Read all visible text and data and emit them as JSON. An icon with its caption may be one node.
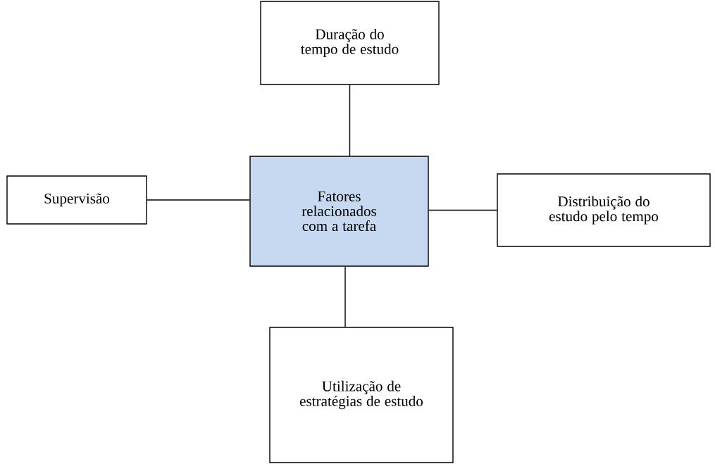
{
  "diagram": {
    "nodes": [
      {
        "text": [
          "Duração do tempo de estudo"
        ]
      },
      {
        "text": [
          "Fatores relacionados com a tarefa"
        ]
      },
      {
        "text": [
          "Supervisão"
        ]
      },
      {
        "text": [
          "Distribuição do estudo pelo tempo"
        ]
      },
      {
        "text": [
          "Utilização de estratégias de estudo"
        ]
      }
    ],
    "edges": [
      {
        "from": 1,
        "to": 0,
        "arrow": "none"
      },
      {
        "from": 1,
        "to": 2,
        "arrow": "none"
      },
      {
        "from": 1,
        "to": 3,
        "arrow": "none"
      },
      {
        "from": 1,
        "to": 4,
        "arrow": "none"
      }
    ]
  }
}
